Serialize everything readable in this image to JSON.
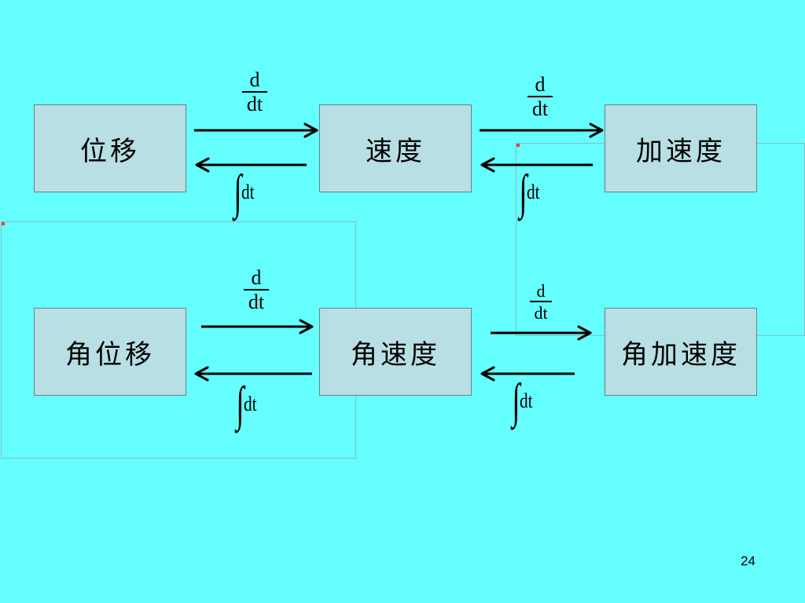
{
  "boxes": {
    "displacement": "位移",
    "velocity": "速度",
    "acceleration": "加速度",
    "angular_displacement": "角位移",
    "angular_velocity": "角速度",
    "angular_acceleration": "角加速度"
  },
  "operators": {
    "derivative_numerator": "d",
    "derivative_denominator": "dt",
    "integral_sign": "∫",
    "integral_dt": "dt"
  },
  "page_number": "24"
}
